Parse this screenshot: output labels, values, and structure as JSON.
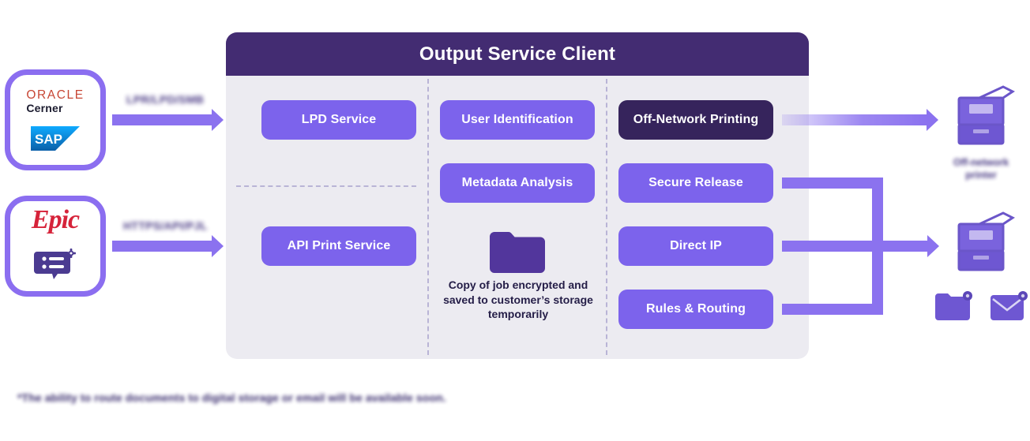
{
  "panel": {
    "title": "Output Service Client",
    "columns": [
      {
        "name": "ingest",
        "chips": [
          {
            "label": "LPD Service",
            "style": "normal"
          },
          {
            "label": "API Print Service",
            "style": "normal"
          }
        ]
      },
      {
        "name": "processing",
        "chips": [
          {
            "label": "User Identification",
            "style": "normal"
          },
          {
            "label": "Metadata Analysis",
            "style": "normal"
          }
        ],
        "folder_caption": "Copy of job encrypted and saved to customer’s storage temporarily",
        "folder_icon": "folder-icon"
      },
      {
        "name": "delivery",
        "chips": [
          {
            "label": "Off-Network Printing",
            "style": "dark"
          },
          {
            "label": "Secure Release",
            "style": "normal"
          },
          {
            "label": "Direct IP",
            "style": "normal"
          },
          {
            "label": "Rules & Routing",
            "style": "normal"
          }
        ]
      }
    ]
  },
  "sources": [
    {
      "id": "erp",
      "logos": [
        "ORACLE",
        "Cerner",
        "SAP"
      ],
      "oracle_word": "ORACLE",
      "cerner_word": "Cerner",
      "protocol_label": "LPR/LPD/SMB"
    },
    {
      "id": "ehr",
      "logos": [
        "Epic"
      ],
      "epic_word": "Epic",
      "protocol_label": "HTTPS/API/PJL"
    }
  ],
  "destinations": [
    {
      "id": "off-network-printer",
      "label": "Off-network\nprinter",
      "icon": "printer-icon"
    },
    {
      "id": "network-printer",
      "label": "",
      "icon": "printer-icon"
    },
    {
      "id": "digital-storage",
      "label": "",
      "icon": "storage-icon"
    },
    {
      "id": "email",
      "label": "",
      "icon": "email-icon"
    }
  ],
  "footnote": "*The ability to route documents to digital storage or email will be available soon.",
  "colors": {
    "brand_purple": "#7c63ec",
    "deep_purple": "#432c72",
    "dark_chip": "#36245c",
    "panel_bg": "#ecebf1",
    "arrow": "#8b72ef",
    "oracle_red": "#C74634",
    "epic_red": "#D6233A",
    "sap_blue": "#0FAAFF",
    "sap_deep": "#0A6EB4",
    "dash": "#b9b4d6"
  }
}
